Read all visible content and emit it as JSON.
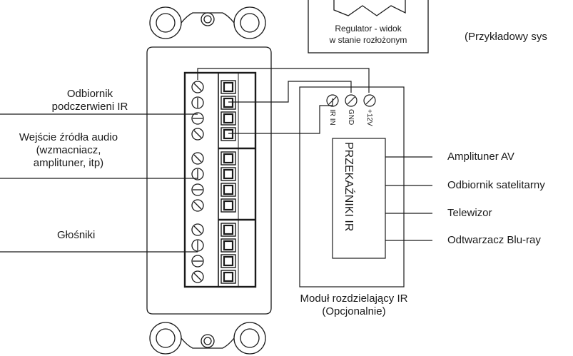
{
  "regulator_caption": {
    "line1": "Regulator - widok",
    "line2": "w stanie rozłożonym"
  },
  "example_system_label": "(Przykładowy sys",
  "left_labels": {
    "ir_receiver": {
      "line1": "Odbiornik",
      "line2": "podczerwieni IR"
    },
    "audio_input": {
      "line1": "Wejście źródła audio",
      "line2": "(wzmacniacz,",
      "line3": "amplituner, itp)"
    },
    "speakers": "Głośniki"
  },
  "module": {
    "pins": [
      "IR IN",
      "GND",
      "+12V"
    ],
    "relay_label": "PRZEKAŹNIKI IR",
    "caption": {
      "line1": "Moduł rozdzielający IR",
      "line2": "(Opcjonalnie)"
    }
  },
  "outputs": [
    "Amplituner AV",
    "Odbiornik satelitarny",
    "Telewizor",
    "Odtwarzacz Blu-ray"
  ]
}
